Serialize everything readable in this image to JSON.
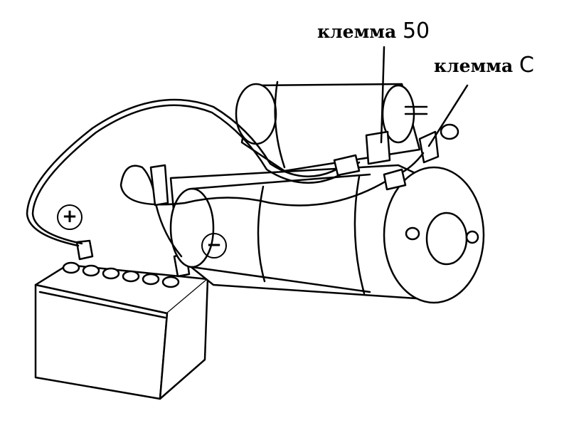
{
  "labels": {
    "terminal_50_word": "клемма",
    "terminal_50_number": "50",
    "terminal_c_word": "клемма",
    "terminal_c_letter": "C"
  },
  "symbols": {
    "positive": "+",
    "negative": "−"
  }
}
